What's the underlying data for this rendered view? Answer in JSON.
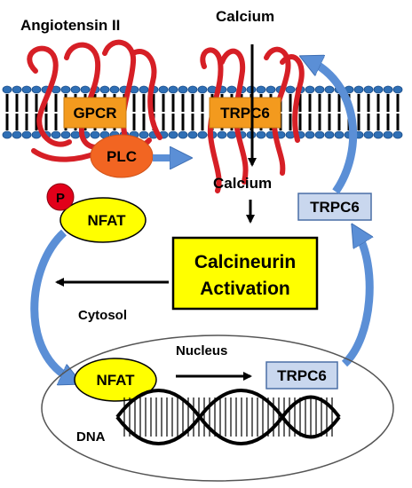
{
  "labels": {
    "angiotensin": "Angiotensin II",
    "calcium_top": "Calcium",
    "calcium_mid": "Calcium",
    "gpcr": "GPCR",
    "plc": "PLC",
    "trpc6_membrane": "TRPC6",
    "p": "P",
    "nfat_cytosol": "NFAT",
    "trpc6_side": "TRPC6",
    "calcineurin_line1": "Calcineurin",
    "calcineurin_line2": "Activation",
    "cytosol": "Cytosol",
    "nucleus": "Nucleus",
    "nfat_nucleus": "NFAT",
    "trpc6_nucleus": "TRPC6",
    "dna": "DNA"
  },
  "colors": {
    "receptor_red": "#d61f26",
    "orange_box": "#f39a1e",
    "plc_orange": "#f26522",
    "nfat_yellow": "#ffff00",
    "phospho_red": "#e2001a",
    "trpc6_box": "#c9d7ee",
    "blue_arrow": "#5b8fd6",
    "membrane_head": "#2f6fb5"
  }
}
